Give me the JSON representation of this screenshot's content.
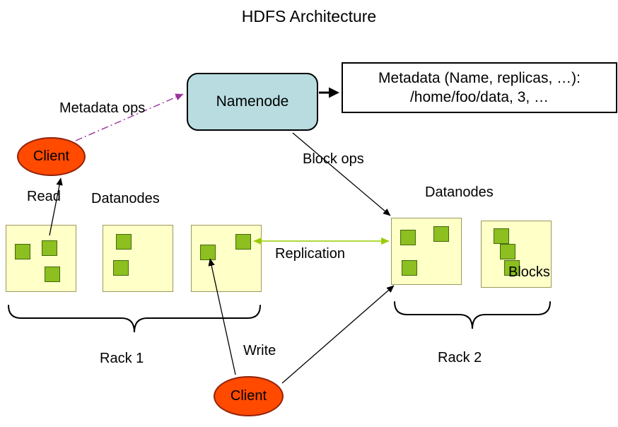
{
  "title": "HDFS Architecture",
  "namenode": {
    "label": "Namenode"
  },
  "metadata_box": {
    "line1": "Metadata (Name, replicas, …):",
    "line2": "/home/foo/data, 3, …"
  },
  "clients": {
    "reader": "Client",
    "writer": "Client"
  },
  "labels": {
    "metadata_ops": "Metadata ops",
    "block_ops": "Block ops",
    "read": "Read",
    "write": "Write",
    "replication": "Replication",
    "datanodes_rack1": "Datanodes",
    "datanodes_rack2": "Datanodes",
    "blocks": "Blocks",
    "rack1": "Rack 1",
    "rack2": "Rack 2"
  },
  "racks": [
    {
      "name": "Rack 1",
      "datanodes": [
        {
          "blocks": 3
        },
        {
          "blocks": 2
        },
        {
          "blocks": 2
        }
      ]
    },
    {
      "name": "Rack 2",
      "datanodes": [
        {
          "blocks": 3
        },
        {
          "blocks": 3
        }
      ]
    }
  ],
  "colors": {
    "namenode_fill": "#b8dce0",
    "client_fill": "#ff4a00",
    "datanode_fill": "#ffffc8",
    "block_fill": "#8cbf1f",
    "replication_arrow": "#99cc00",
    "metadata_ops_arrow": "#993399",
    "arrow": "#000000"
  }
}
